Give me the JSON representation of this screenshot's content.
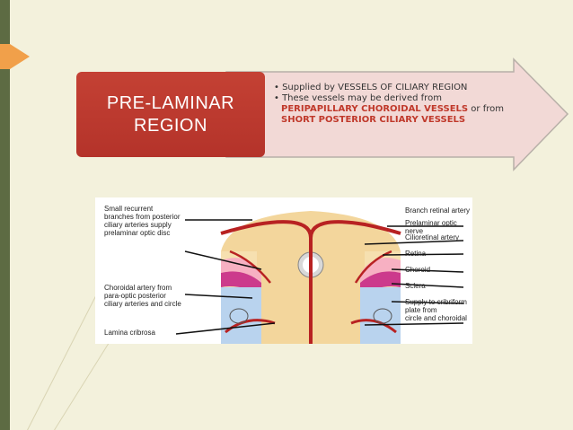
{
  "slide": {
    "title_box": {
      "line1": "PRE-LAMINAR",
      "line2": "REGION"
    },
    "bullets": {
      "b1": "• Supplied by VESSELS OF CILIARY REGION",
      "b2_prefix": "• These vessels may be derived from",
      "b2_red1": "PERIPAPILLARY CHOROIDAL VESSELS",
      "b2_mid": " or from",
      "b2_red2": "SHORT POSTERIOR CILIARY VESSELS"
    }
  },
  "diagram": {
    "left_labels": {
      "l1a": "Small recurrent",
      "l1b": "branches from posterior",
      "l1c": "ciliary arteries supply",
      "l1d": "prelaminar optic disc",
      "l2a": "Choroidal artery from",
      "l2b": "para-optic posterior",
      "l2c": "ciliary arteries and circle",
      "l3": "Lamina cribrosa"
    },
    "right_labels": {
      "r1": "Branch retinal artery",
      "r2": "Prelaminar optic nerve",
      "r3": "Cilioretinal artery",
      "r4": "Retina",
      "r5": "Choroid",
      "r6": "Sclera",
      "r7a": "Supply to cribriform",
      "r7b": "plate from",
      "r7c": "circle and choroidal"
    }
  },
  "colors": {
    "title_box": "#b93a2f",
    "accent_red": "#c0392b",
    "arrow_fill": "#f2d9d6",
    "background": "#f3f1dc"
  }
}
